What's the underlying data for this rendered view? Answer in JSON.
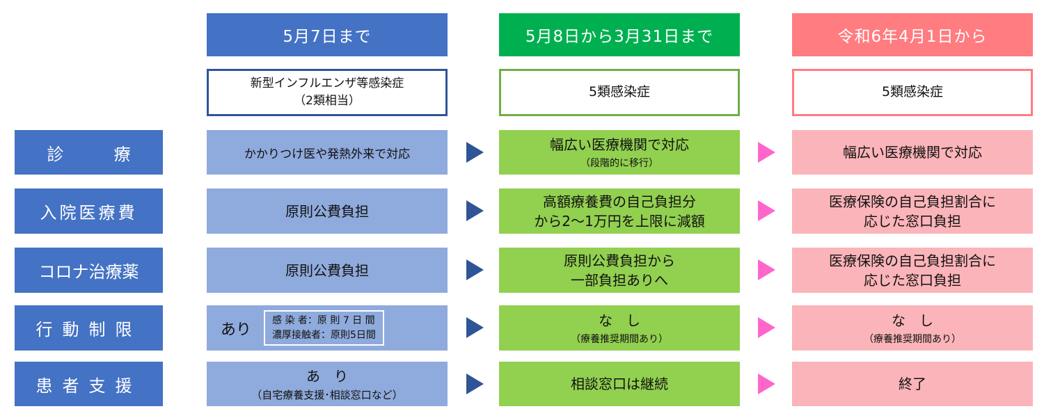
{
  "headers": [
    "5月7日まで",
    "5月8日から3月31日まで",
    "令和6年4月1日から"
  ],
  "subtypes": {
    "col1_line1": "新型インフルエンザ等感染症",
    "col1_line2": "（2類相当）",
    "col2": "5類感染症",
    "col3": "5類感染症"
  },
  "rows": [
    {
      "label": "診　　　療",
      "col1": "かかりつけ医や発熱外来で対応",
      "col2_main": "幅広い医療機関で対応",
      "col2_note": "（段階的に移行）",
      "col3": "幅広い医療機関で対応"
    },
    {
      "label": "入院医療費",
      "col1": "原則公費負担",
      "col2_line1": "高額療養費の自己負担分",
      "col2_line2": "から2～1万円を上限に減額",
      "col3_line1": "医療保険の自己負担割合に",
      "col3_line2": "応じた窓口負担"
    },
    {
      "label": "コロナ治療薬",
      "col1": "原則公費負担",
      "col2_line1": "原則公費負担から",
      "col2_line2": "一部負担ありへ",
      "col3_line1": "医療保険の自己負担割合に",
      "col3_line2": "応じた窓口負担"
    },
    {
      "label": "行動制限",
      "col1_main": "あり",
      "col1_detail1": "感 染 者：原 則 7 日 間",
      "col1_detail2": "濃厚接触者：原則5日間",
      "col2_main": "な　し",
      "col2_note": "（療養推奨期間あり）",
      "col3_main": "な　し",
      "col3_note": "（療養推奨期間あり）"
    },
    {
      "label": "患者支援",
      "col1_main": "あ　り",
      "col1_note": "（自宅療養支援･相談窓口など）",
      "col2": "相談窓口は継続",
      "col3": "終了"
    }
  ],
  "colors": {
    "header1": "#4472c4",
    "header2": "#00b050",
    "header3": "#ff7c80",
    "label_bg": "#4472c4",
    "col1_bg": "#8faadc",
    "col2_bg": "#92d050",
    "col3_bg": "#fbb4b9",
    "arrow1": "#2f5597",
    "arrow2": "#ff66cc"
  }
}
